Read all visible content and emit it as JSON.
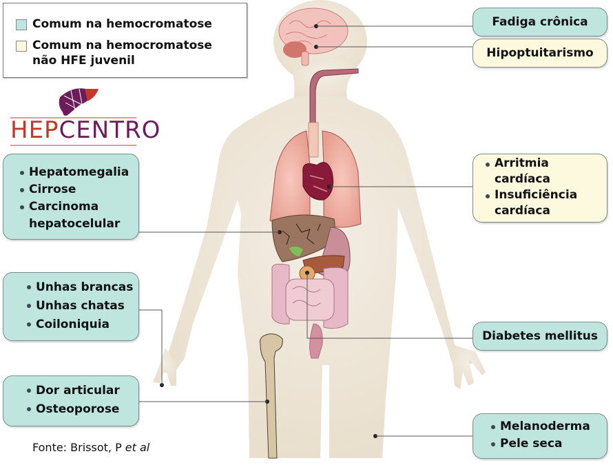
{
  "legend": {
    "items": [
      {
        "label": "Comum na hemocromatose",
        "color": "#bfe5df"
      },
      {
        "label_line1": "Comum na hemocromatose",
        "label_line2": "não HFE juvenil",
        "color": "#fdf9de"
      }
    ]
  },
  "logo": {
    "text_part1": "HEP",
    "text_part2": "CENTRO",
    "color_part1": "#c0392b",
    "color_part2": "#6b1d5a"
  },
  "callouts": {
    "fatigue": {
      "label": "Fadiga crônica",
      "category": "common"
    },
    "hypopituitarism": {
      "label": "Hipoptuitarismo",
      "category": "juvenile"
    },
    "cardiac": {
      "items": [
        "Arritmia cardíaca",
        "Insuficiência cardíaca"
      ],
      "category": "juvenile"
    },
    "liver": {
      "items": [
        "Hepatomegalia",
        "Cirrose",
        "Carcinoma hepatocelular"
      ],
      "category": "common"
    },
    "nails": {
      "items": [
        "Unhas brancas",
        "Unhas chatas",
        "Coiloniquia"
      ],
      "category": "common"
    },
    "bones": {
      "items": [
        "Dor articular",
        "Osteoporose"
      ],
      "category": "common"
    },
    "diabetes": {
      "label": "Diabetes mellitus",
      "category": "common"
    },
    "skin": {
      "items": [
        "Melanoderma",
        "Pele seca"
      ],
      "category": "common"
    }
  },
  "source": {
    "prefix": "Fonte: Brissot, P ",
    "italic": "et al"
  },
  "colors": {
    "teal": "#bfe5df",
    "cream": "#fdf9de",
    "skin": "#ede4d5",
    "line": "#555555"
  }
}
